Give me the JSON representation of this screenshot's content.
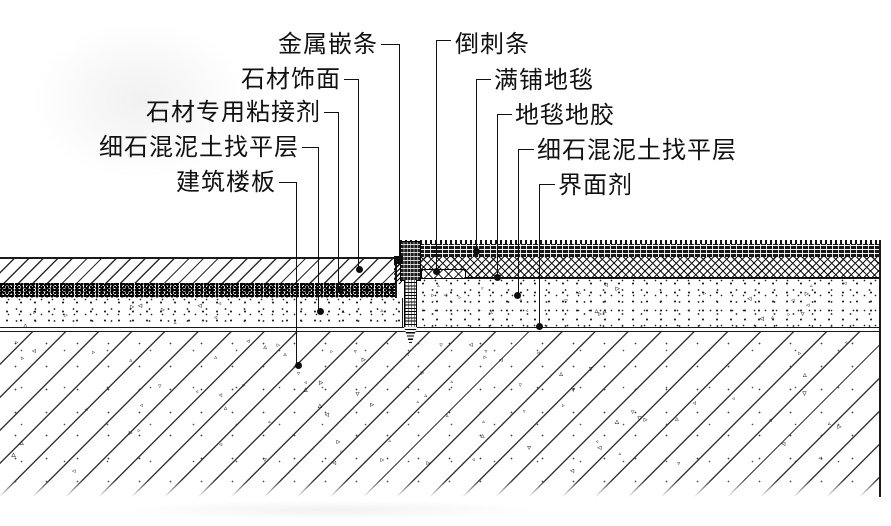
{
  "drawing": {
    "type": "construction-detail-section",
    "colors": {
      "ink": "#1a1a1a",
      "paper": "#ffffff"
    }
  },
  "labels": {
    "left": [
      {
        "text": "金属嵌条"
      },
      {
        "text": "石材饰面"
      },
      {
        "text": "石材专用粘接剂"
      },
      {
        "text": "细石混泥土找平层"
      },
      {
        "text": "建筑楼板"
      }
    ],
    "right": [
      {
        "text": "倒刺条"
      },
      {
        "text": "满铺地毯"
      },
      {
        "text": "地毯地胶"
      },
      {
        "text": "细石混泥土找平层"
      },
      {
        "text": "界面剂"
      }
    ]
  }
}
